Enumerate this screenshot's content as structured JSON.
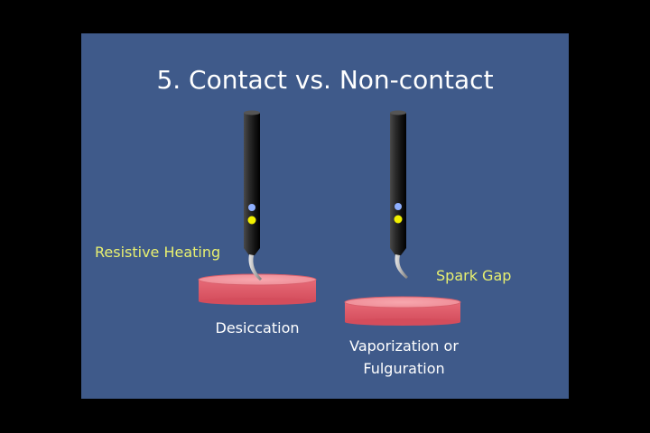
{
  "slide": {
    "title": "5. Contact vs. Non-contact",
    "background_color": "#3f5a8a",
    "label_color": "#e8f070"
  },
  "left": {
    "mode_label": "Resistive Heating",
    "result_label": "Desiccation"
  },
  "right": {
    "mode_label": "Spark Gap",
    "result_label_line1": "Vaporization or",
    "result_label_line2": "Fulguration"
  },
  "icons": [
    "electrosurgical-pencil-icon",
    "tissue-disc-icon"
  ]
}
